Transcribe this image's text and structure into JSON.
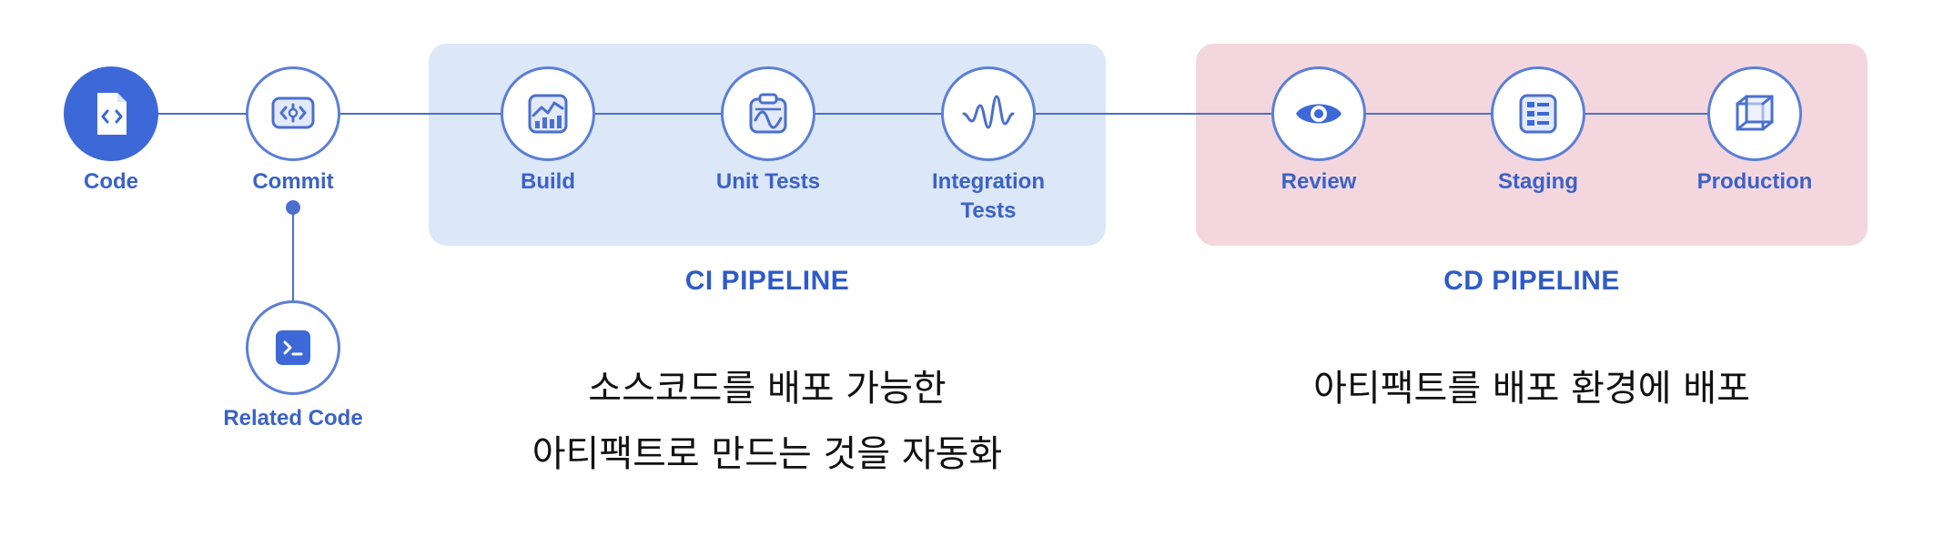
{
  "nodes": {
    "code": "Code",
    "commit": "Commit",
    "related_code": "Related Code",
    "build": "Build",
    "unit_tests": "Unit Tests",
    "integration_tests_line1": "Integration",
    "integration_tests_line2": "Tests",
    "review": "Review",
    "staging": "Staging",
    "production": "Production"
  },
  "sections": {
    "ci_title": "CI PIPELINE",
    "cd_title": "CD PIPELINE"
  },
  "descriptions": {
    "ci_line1": "소스코드를 배포 가능한",
    "ci_line2": "아티팩트로 만드는 것을 자동화",
    "cd_line1": "아티팩트를 배포 환경에 배포"
  },
  "colors": {
    "accent": "#3d68d8",
    "line": "#4b6fd0",
    "ci_panel": "#dce7f7",
    "cd_panel": "#f4d7de",
    "label_text": "#3b62c8"
  },
  "icons": {
    "code": "code-file-icon",
    "commit": "commit-code-icon",
    "related_code": "terminal-icon",
    "build": "bar-chart-icon",
    "unit_tests": "clipboard-wave-icon",
    "integration_tests": "waveform-icon",
    "review": "eye-icon",
    "staging": "list-document-icon",
    "production": "cube-icon"
  }
}
